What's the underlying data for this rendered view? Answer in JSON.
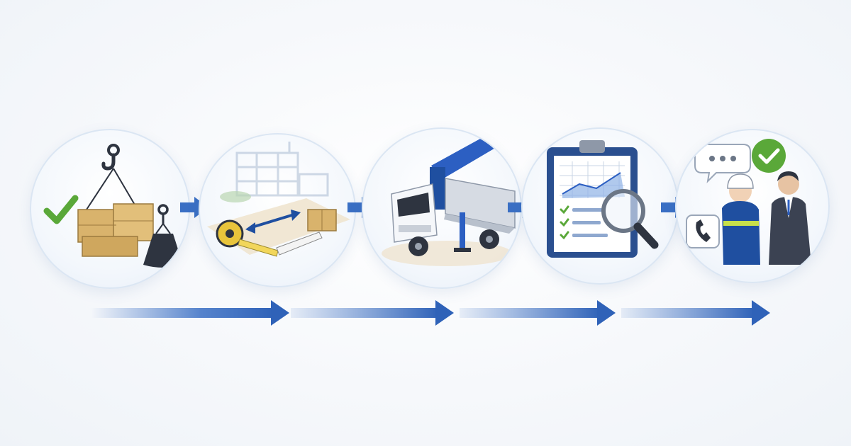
{
  "diagram": {
    "type": "process-flow",
    "steps": [
      {
        "id": "load-assessment",
        "icon": "load-weight-icon"
      },
      {
        "id": "site-measurement",
        "icon": "tape-measure-icon"
      },
      {
        "id": "crane-truck-setup",
        "icon": "crane-truck-icon"
      },
      {
        "id": "plan-review",
        "icon": "clipboard-inspection-icon"
      },
      {
        "id": "consultation-approval",
        "icon": "consultation-icon"
      }
    ],
    "connectors": 4,
    "flow_arrows": 4
  },
  "colors": {
    "accent_blue": "#3a6fc4",
    "dark_blue": "#1f4fa0",
    "check_green": "#5aa839",
    "box_tan": "#d9b36c",
    "metal_dark": "#2e3440",
    "background": "#f7f9fc"
  }
}
